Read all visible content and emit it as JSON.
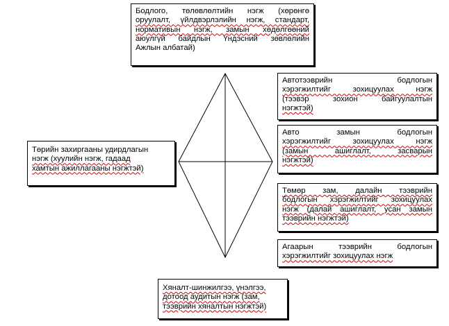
{
  "boxes": {
    "top": {
      "line1": "Бодлого, төлөвлөлтийн нэгж (хөрөнгө",
      "line2": "оруулалт, үйлдвэрлэлийн нэгж, стандарт,",
      "line3": "нормативын нэгж, замын хөдөлгөөний",
      "line4": "аюулгүй байдлын Үндэсний зөвлөлийн",
      "line5": "Ажлын албатай)"
    },
    "left": {
      "line1": "Төрийн захиргааны удирдлагын",
      "line2": "нэгж (хуулийн нэгж, гадаад",
      "line3": "хамтын ажиллагааны нэгжтэй)"
    },
    "right1": {
      "line1": "Автотээврийн бодлогын",
      "line2": "хэрэгжилтийг зохицуулах нэгж",
      "line3": "(тээвэр зохион байгуулалтын",
      "line4": "нэгжтэй)"
    },
    "right2": {
      "line1": "Авто замын бодлогын",
      "line2": "хэрэгжилтийг зохицуулах нэгж",
      "line3": "(замын ашиглалт, засварын",
      "line4": "нэгжтэй)"
    },
    "right3": {
      "line1": "Төмөр зам, далайн тээврийн",
      "line2": "бодлогын хэрэгжилтийг зохицуулах",
      "line3": "нэгж (далай ашиглалт, усан замын",
      "line4": "тээврийн нэгжтэй)"
    },
    "right4": {
      "line1": "Агаарын тээврийн бодлогын",
      "line2": "хэрэгжилтийг зохицуулах нэгж"
    },
    "bottom": {
      "line1": "Хяналт-шинжилгээ, үнэлгээ,",
      "line2": "дотоод аудитын нэгж (зам,",
      "line3": "тээврийн хяналтын нэгжтэй)"
    }
  }
}
